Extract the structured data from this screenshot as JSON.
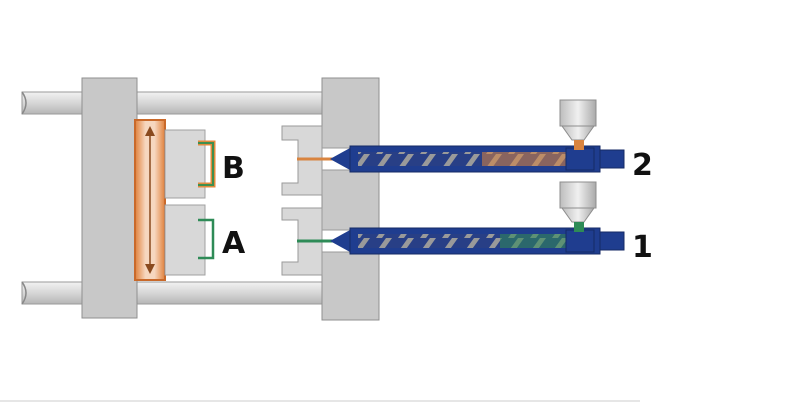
{
  "labels": {
    "mold_b": "B",
    "mold_a": "A",
    "unit_2": "2",
    "unit_1": "1"
  },
  "colors": {
    "frame": "#c8c8c8",
    "frame_edge": "#8f8f8f",
    "barrel": "#1f3d8f",
    "barrel_dark": "#142a66",
    "screw": "#7d7d7d",
    "material_b": "#d9843f",
    "material_a": "#2e8b57",
    "platen": "#e08a3c"
  },
  "icons": [
    "hopper-icon",
    "rotation-arrow-icon"
  ]
}
